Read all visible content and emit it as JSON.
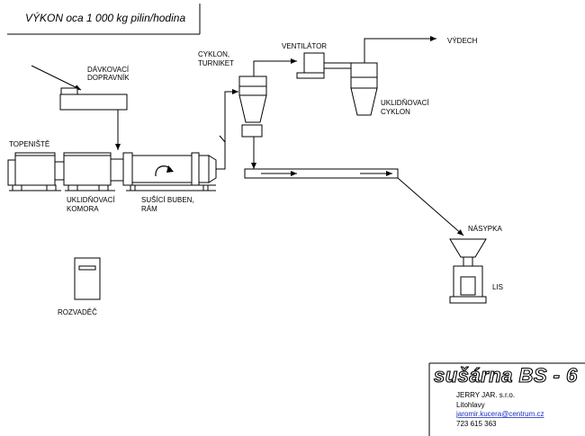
{
  "title": "VÝKON oca 1 000 kg pilin/hodina",
  "labels": {
    "davkovaci_line1": "DÁVKOVACÍ",
    "davkovaci_line2": "DOPRAVNÍK",
    "topeniste": "TOPENIŠTĚ",
    "uklidnovaci_komora_line1": "UKLIDŇOVACÍ",
    "uklidnovaci_komora_line2": "KOMORA",
    "susici_buben_line1": "SUŠÍCÍ BUBEN,",
    "susici_buben_line2": "RÁM",
    "cyklon_line1": "CYKLON,",
    "cyklon_line2": "TURNIKET",
    "ventilator": "VENTILÁTOR",
    "vydech": "VÝDECH",
    "uklidnovaci_cyklon_line1": "UKLIDŇOVACÍ",
    "uklidnovaci_cyklon_line2": "CYKLON",
    "nasypka": "NÁSYPKA",
    "lis": "LIS",
    "rozvadec": "ROZVADĚČ"
  },
  "footer": {
    "product": "sušárna BS - 6",
    "company": "JERRY JAR. s.r.o.",
    "town": "Litohlavy",
    "email": "jaromir.kucera@centrum.cz",
    "phone": "723 615 363"
  }
}
